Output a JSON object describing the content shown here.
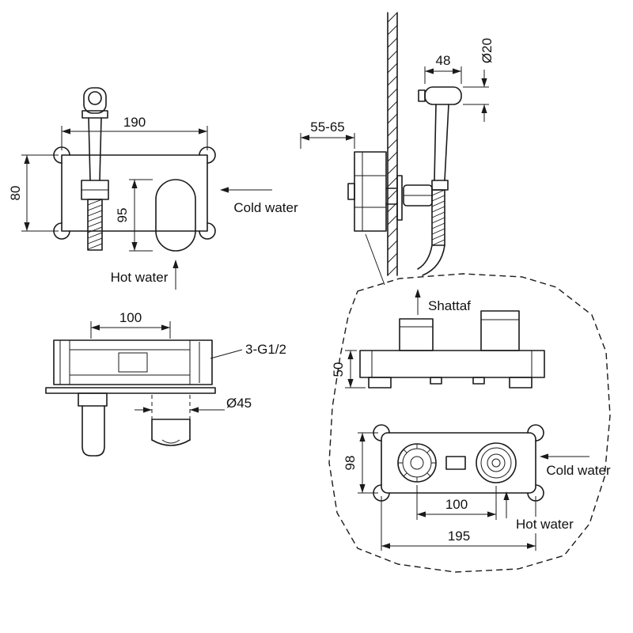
{
  "page": {
    "background": "#ffffff",
    "line_color": "#1a1a1a"
  },
  "views": {
    "front": {
      "dims": {
        "width": "190",
        "height": "80",
        "lever": "95"
      },
      "labels": {
        "cold": "Cold water",
        "hot": "Hot water"
      }
    },
    "side": {
      "dims": {
        "depth": "55-65",
        "head_width": "48",
        "head_diameter": "Ø20"
      }
    },
    "top": {
      "dims": {
        "spacing": "100",
        "spout_diameter": "Ø45"
      },
      "labels": {
        "thread": "3-G1/2"
      }
    },
    "detail": {
      "labels": {
        "shattaf": "Shattaf",
        "cold": "Cold water",
        "hot": "Hot water"
      },
      "dims": {
        "body_height": "50",
        "plate_height": "98",
        "port_spacing": "100",
        "plate_width": "195"
      }
    }
  }
}
